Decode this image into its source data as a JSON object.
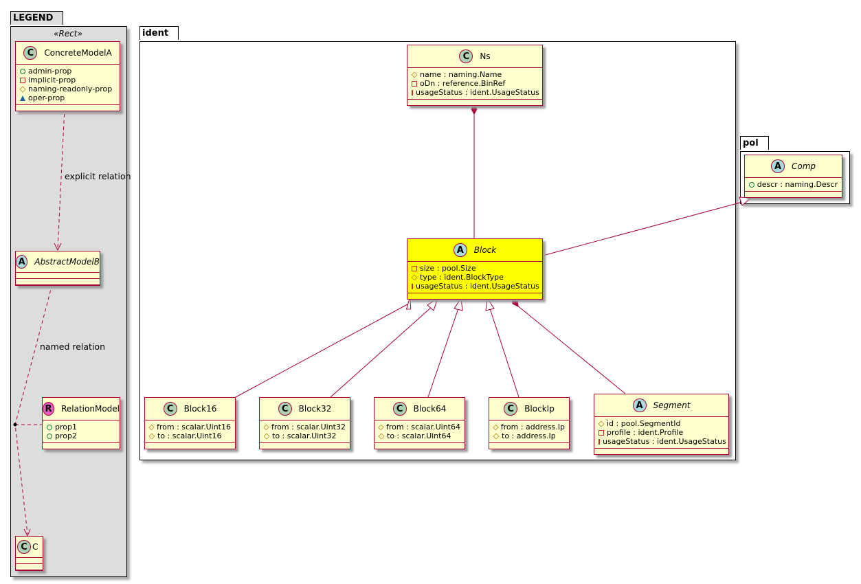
{
  "packages": {
    "legend": "LEGEND",
    "ident": "ident",
    "pol": "pol"
  },
  "legend_stereotype": "«Rect»",
  "classes": [
    {
      "id": "ConcreteModelA",
      "kind": "C",
      "color": "#ADD1B2",
      "name": "ConcreteModelA",
      "abstract": false,
      "attrs": [
        [
          "public",
          "admin-prop"
        ],
        [
          "private",
          "implicit-prop"
        ],
        [
          "protected",
          "naming-readonly-prop"
        ],
        [
          "package",
          "oper-prop"
        ]
      ]
    },
    {
      "id": "AbstractModelB",
      "kind": "A",
      "color": "#A9DCDF",
      "name": "AbstractModelB",
      "abstract": true,
      "attrs": []
    },
    {
      "id": "RelationModel",
      "kind": "R",
      "color": "#E15FC0",
      "name": "RelationModel",
      "abstract": false,
      "attrs": [
        [
          "public",
          "prop1"
        ],
        [
          "public",
          "prop2"
        ]
      ]
    },
    {
      "id": "C",
      "kind": "C",
      "color": "#ADD1B2",
      "name": "C",
      "abstract": false,
      "attrs": []
    },
    {
      "id": "Ns",
      "kind": "C",
      "color": "#ADD1B2",
      "name": "Ns",
      "abstract": false,
      "attrs": [
        [
          "protected",
          "name : naming.Name"
        ],
        [
          "private",
          "oDn : reference.BinRef"
        ],
        [
          "private",
          "usageStatus : ident.UsageStatus"
        ]
      ]
    },
    {
      "id": "Block",
      "kind": "A",
      "color": "#A9DCDF",
      "name": "Block",
      "abstract": true,
      "highlight": true,
      "attrs": [
        [
          "private",
          "size : pool.Size"
        ],
        [
          "protected",
          "type : ident.BlockType"
        ],
        [
          "private",
          "usageStatus : ident.UsageStatus"
        ]
      ]
    },
    {
      "id": "Block16",
      "kind": "C",
      "color": "#ADD1B2",
      "name": "Block16",
      "abstract": false,
      "attrs": [
        [
          "protected",
          "from : scalar.Uint16"
        ],
        [
          "protected",
          "to : scalar.Uint16"
        ]
      ]
    },
    {
      "id": "Block32",
      "kind": "C",
      "color": "#ADD1B2",
      "name": "Block32",
      "abstract": false,
      "attrs": [
        [
          "protected",
          "from : scalar.Uint32"
        ],
        [
          "protected",
          "to : scalar.Uint32"
        ]
      ]
    },
    {
      "id": "Block64",
      "kind": "C",
      "color": "#ADD1B2",
      "name": "Block64",
      "abstract": false,
      "attrs": [
        [
          "protected",
          "from : scalar.Uint64"
        ],
        [
          "protected",
          "to : scalar.Uint64"
        ]
      ]
    },
    {
      "id": "BlockIp",
      "kind": "C",
      "color": "#ADD1B2",
      "name": "BlockIp",
      "abstract": false,
      "attrs": [
        [
          "protected",
          "from : address.Ip"
        ],
        [
          "protected",
          "to : address.Ip"
        ]
      ]
    },
    {
      "id": "Segment",
      "kind": "A",
      "color": "#A9DCDF",
      "name": "Segment",
      "abstract": true,
      "attrs": [
        [
          "protected",
          "id : pool.SegmentId"
        ],
        [
          "private",
          "profile : ident.Profile"
        ],
        [
          "private",
          "usageStatus : ident.UsageStatus"
        ]
      ]
    },
    {
      "id": "Comp",
      "kind": "A",
      "color": "#A9DCDF",
      "name": "Comp",
      "abstract": true,
      "attrs": [
        [
          "public",
          "descr : naming.Descr"
        ]
      ]
    }
  ],
  "relation_labels": {
    "explicit": "explicit relation",
    "named": "named relation"
  }
}
